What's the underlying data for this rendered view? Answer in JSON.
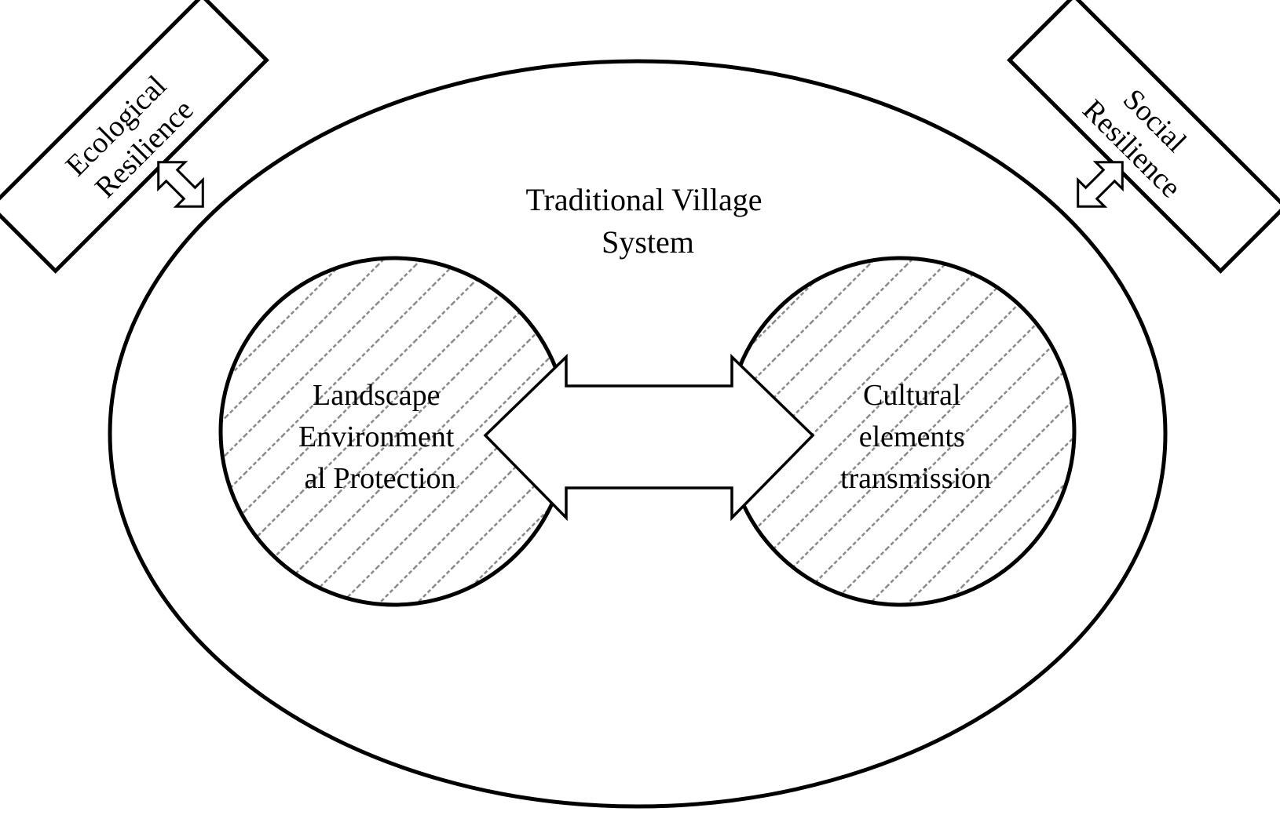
{
  "diagram": {
    "system": {
      "line1": "Traditional Village",
      "line2": "System"
    },
    "left_node": {
      "line1": "Landscape",
      "line2": "Environment",
      "line3": "al Protection"
    },
    "right_node": {
      "line1": "Cultural",
      "line2": "elements",
      "line3": "transmission"
    },
    "ecological_box": {
      "line1": "Ecological",
      "line2": "Resilience"
    },
    "social_box": {
      "line1": "Social",
      "line2": "Resilience"
    },
    "colors": {
      "stroke": "#000000",
      "hatch": "#8a8a8a",
      "background": "#ffffff"
    },
    "icons": {
      "center_arrow": "double-arrow-icon",
      "corner_arrows": "diagonal-double-arrow-icon"
    }
  }
}
